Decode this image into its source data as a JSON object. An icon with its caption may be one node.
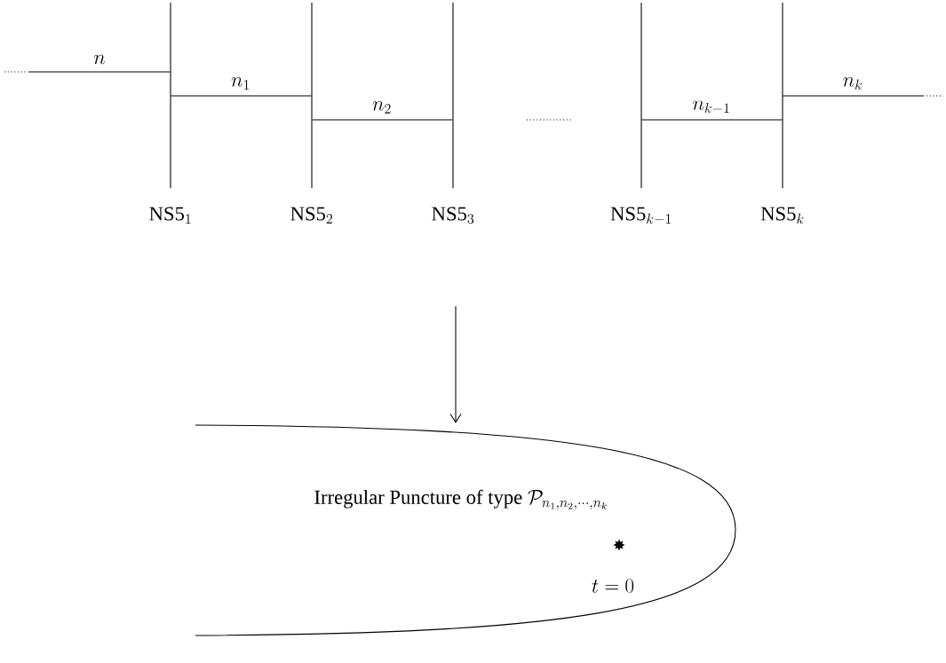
{
  "diagram": {
    "nodes": [
      {
        "text": [
          "\\mathrm{NS5}_{1}"
        ]
      },
      {
        "text": [
          "\\mathrm{NS5}_{2}"
        ]
      },
      {
        "text": [
          "\\mathrm{NS5}_{3}"
        ]
      },
      {
        "text": [
          "\\mathrm{NS5}_{k-1}"
        ]
      },
      {
        "text": [
          "\\mathrm{NS5}_{k}"
        ]
      },
      {
        "text": [
          "\\mbox{Irregular Puncture of type }\\mathcal{P}_{n_1,n_2,\\cdots,n_k}",
          "t=0"
        ]
      }
    ],
    "edges": [
      {
        "from": null,
        "to": 0,
        "arrow": "none",
        "label": "n"
      },
      {
        "from": 0,
        "to": 1,
        "arrow": "none",
        "label": "n_1"
      },
      {
        "from": 1,
        "to": 2,
        "arrow": "none",
        "label": "n_2"
      },
      {
        "from": 3,
        "to": 4,
        "arrow": "none",
        "label": "n_{k-1}"
      },
      {
        "from": 4,
        "to": null,
        "arrow": "none",
        "label": "n_k"
      },
      {
        "from": null,
        "to": 5,
        "arrow": "to"
      }
    ]
  }
}
